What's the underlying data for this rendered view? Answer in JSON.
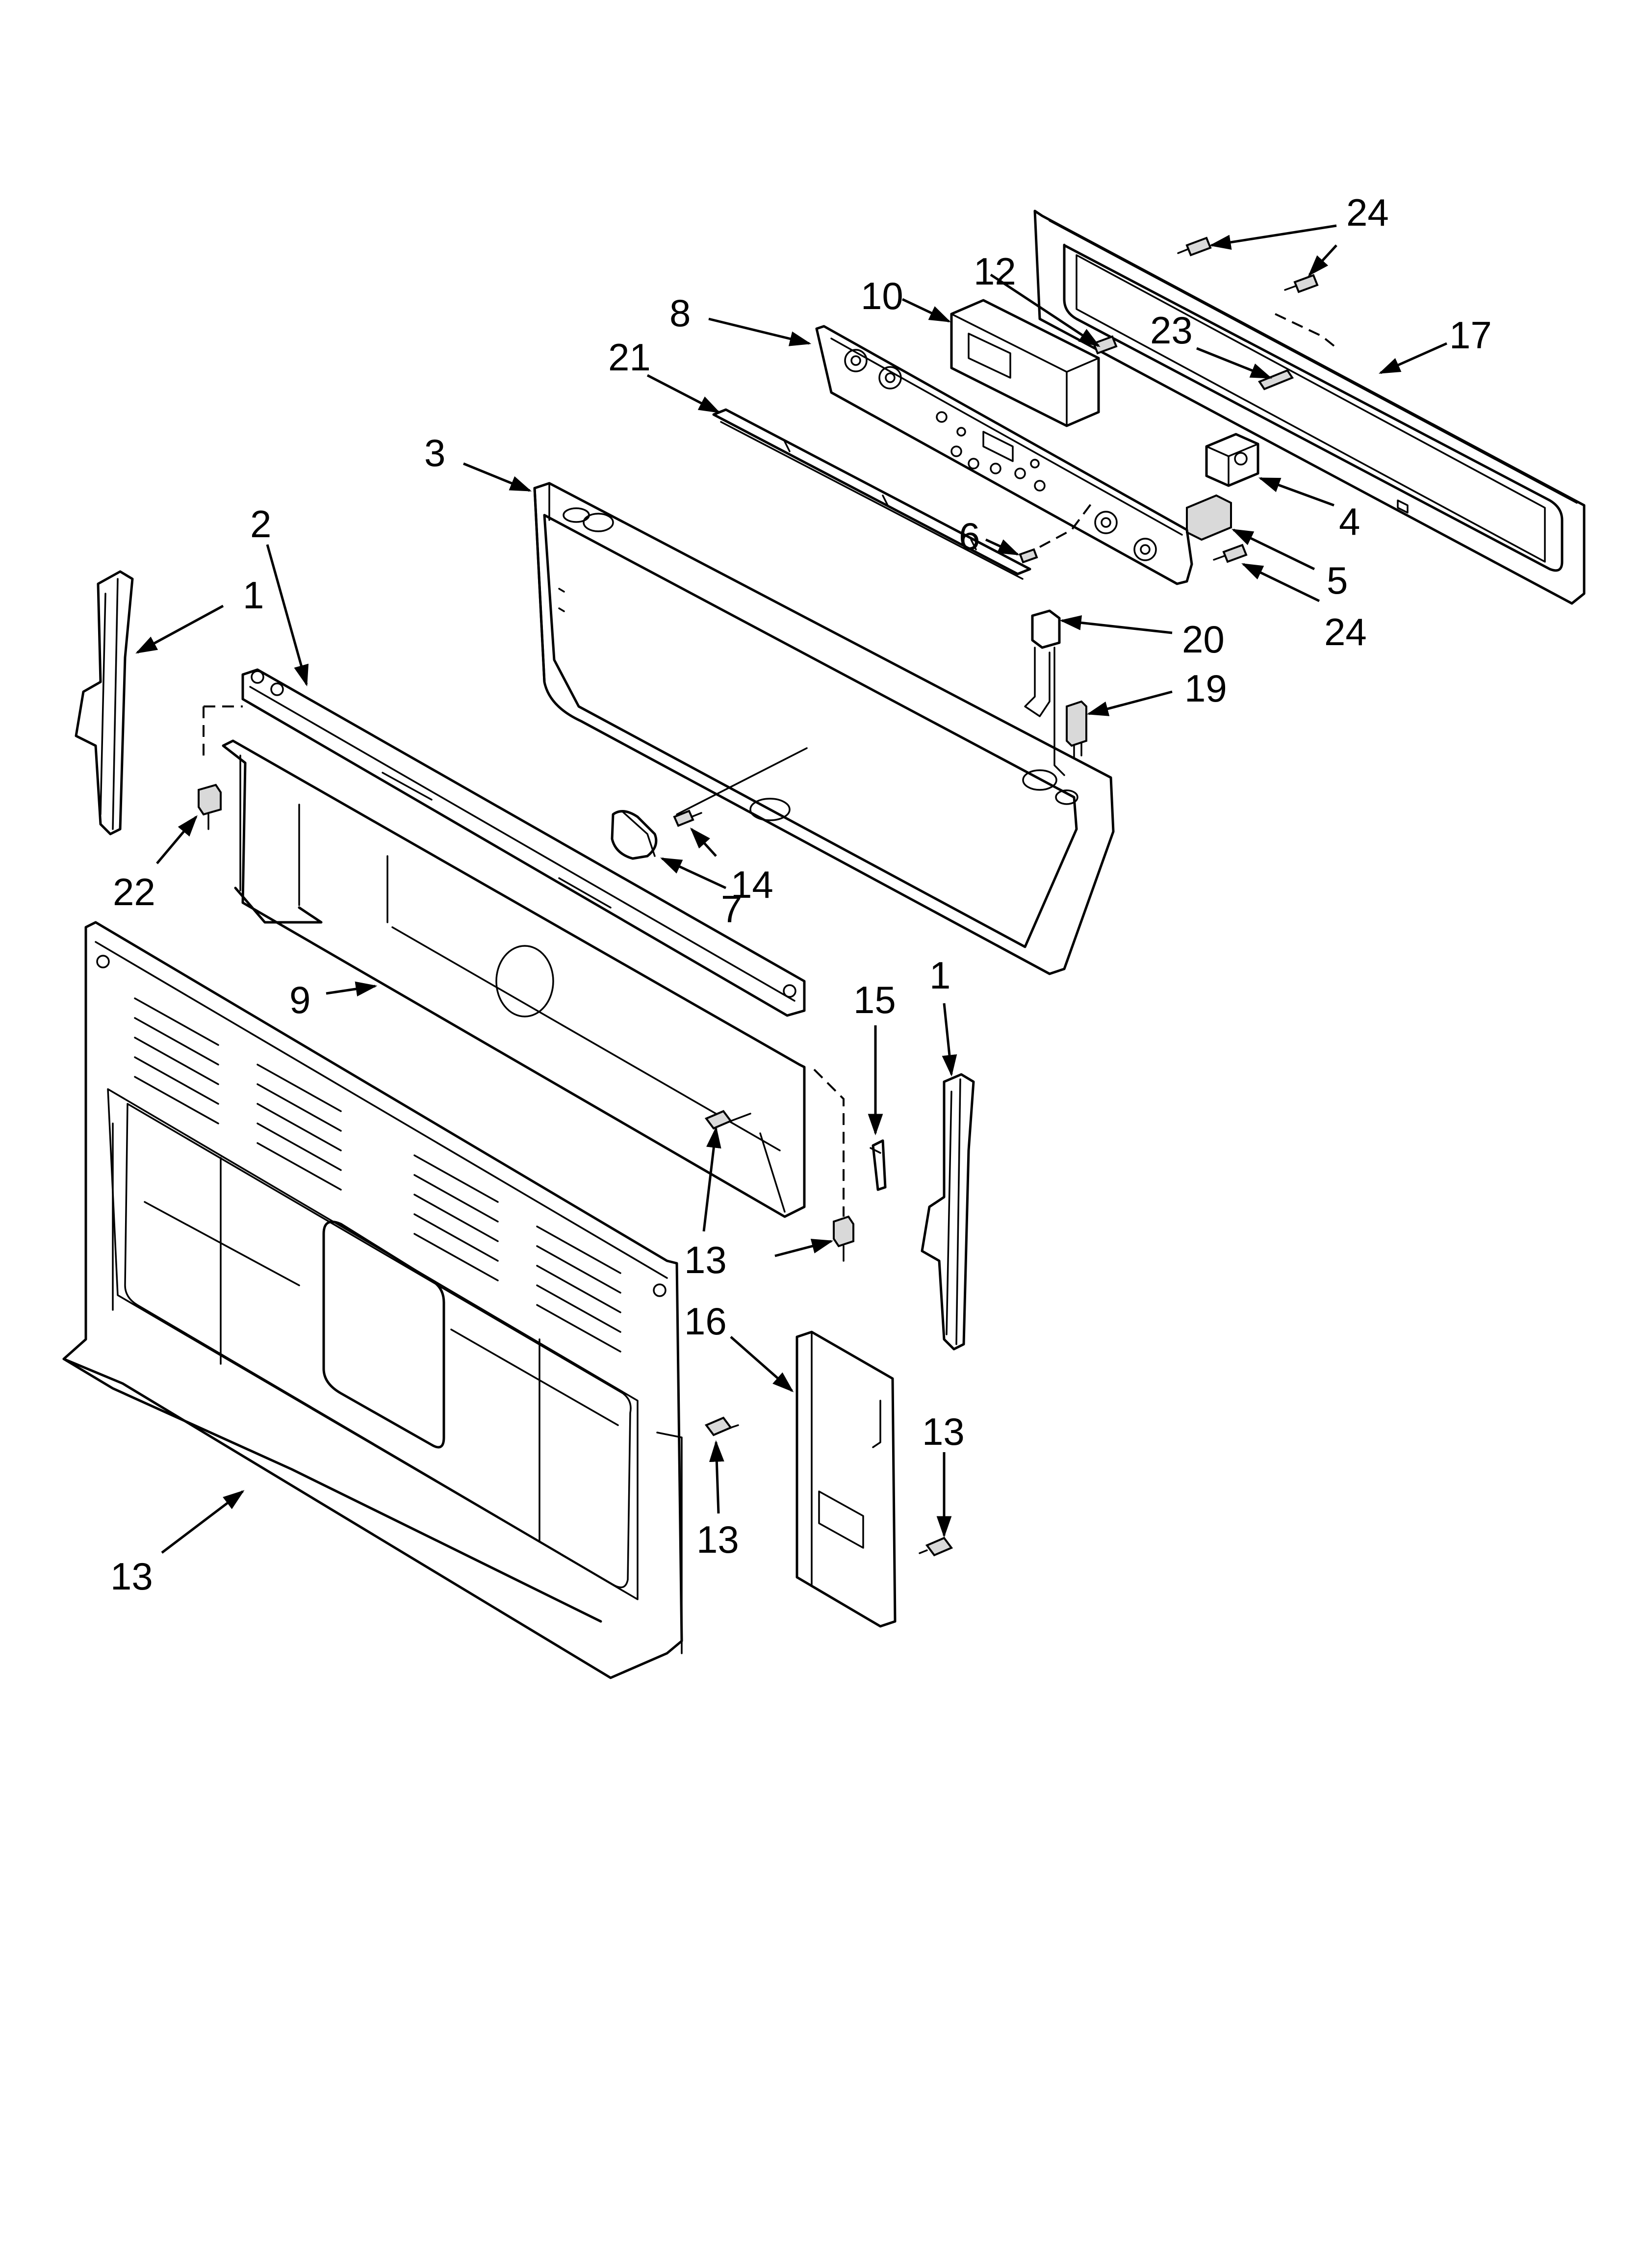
{
  "callouts": [
    {
      "id": "c1a",
      "text": "1"
    },
    {
      "id": "c1b",
      "text": "1"
    },
    {
      "id": "c2",
      "text": "2"
    },
    {
      "id": "c3",
      "text": "3"
    },
    {
      "id": "c4",
      "text": "4"
    },
    {
      "id": "c5",
      "text": "5"
    },
    {
      "id": "c6",
      "text": "6"
    },
    {
      "id": "c7",
      "text": "7"
    },
    {
      "id": "c8",
      "text": "8"
    },
    {
      "id": "c9",
      "text": "9"
    },
    {
      "id": "c10",
      "text": "10"
    },
    {
      "id": "c12",
      "text": "12"
    },
    {
      "id": "c13a",
      "text": "13"
    },
    {
      "id": "c13b",
      "text": "13"
    },
    {
      "id": "c13c",
      "text": "13"
    },
    {
      "id": "c13d",
      "text": "13"
    },
    {
      "id": "c14",
      "text": "14"
    },
    {
      "id": "c15",
      "text": "15"
    },
    {
      "id": "c16",
      "text": "16"
    },
    {
      "id": "c17",
      "text": "17"
    },
    {
      "id": "c19",
      "text": "19"
    },
    {
      "id": "c20",
      "text": "20"
    },
    {
      "id": "c21",
      "text": "21"
    },
    {
      "id": "c22",
      "text": "22"
    },
    {
      "id": "c23",
      "text": "23"
    },
    {
      "id": "c24a",
      "text": "24"
    },
    {
      "id": "c24b",
      "text": "24"
    }
  ]
}
